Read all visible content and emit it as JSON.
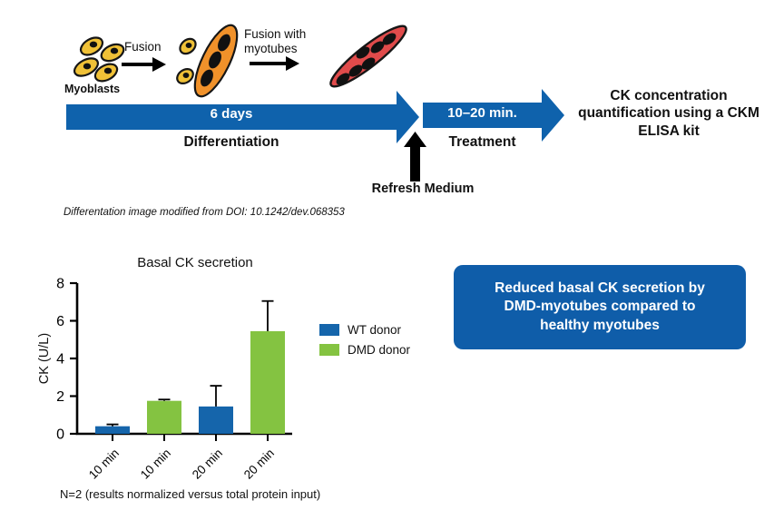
{
  "diagram": {
    "myoblasts_label": "Myoblasts",
    "fusion_label": "Fusion",
    "fusion_myotubes_label": "Fusion with myotubes",
    "timeline": {
      "arrow1_label": "6 days",
      "arrow1_sublabel": "Differentiation",
      "arrow2_label": "10–20 min.",
      "arrow2_sublabel": "Treatment",
      "refresh_label": "Refresh Medium",
      "outcome_label": "CK concentration quantification using a CKM ELISA kit",
      "arrow_color": "#0f62ac"
    },
    "credit": "Differentation image modified from DOI: 10.1242/dev.068353",
    "cell_colors": {
      "myoblast": "#f0c137",
      "nascent_myotube": "#f0912a",
      "mature_myotube": "#e04b4b"
    }
  },
  "chart_data": {
    "type": "bar",
    "title": "Basal CK secretion",
    "ylabel": "CK (U/L)",
    "xlabel": "",
    "ylim": [
      0,
      8
    ],
    "yticks": [
      0,
      2,
      4,
      6,
      8
    ],
    "categories": [
      "10 min",
      "10 min",
      "20 min",
      "20 min"
    ],
    "series": [
      {
        "name": "WT donor",
        "color": "#1565ab"
      },
      {
        "name": "DMD donor",
        "color": "#84c341"
      }
    ],
    "bars": [
      {
        "category": "10 min",
        "series": "WT donor",
        "value": 0.4,
        "error_plus": 0.1
      },
      {
        "category": "10 min",
        "series": "DMD donor",
        "value": 1.75,
        "error_plus": 0.07
      },
      {
        "category": "20 min",
        "series": "WT donor",
        "value": 1.45,
        "error_plus": 1.1
      },
      {
        "category": "20 min",
        "series": "DMD donor",
        "value": 5.45,
        "error_plus": 1.6
      }
    ],
    "legend_position": "right",
    "grid": false,
    "note": "N=2 (results normalized versus total protein input)"
  },
  "conclusion": {
    "text": "Reduced basal CK secretion by DMD-myotubes compared to healthy myotubes",
    "bg_color": "#0f5da9"
  }
}
